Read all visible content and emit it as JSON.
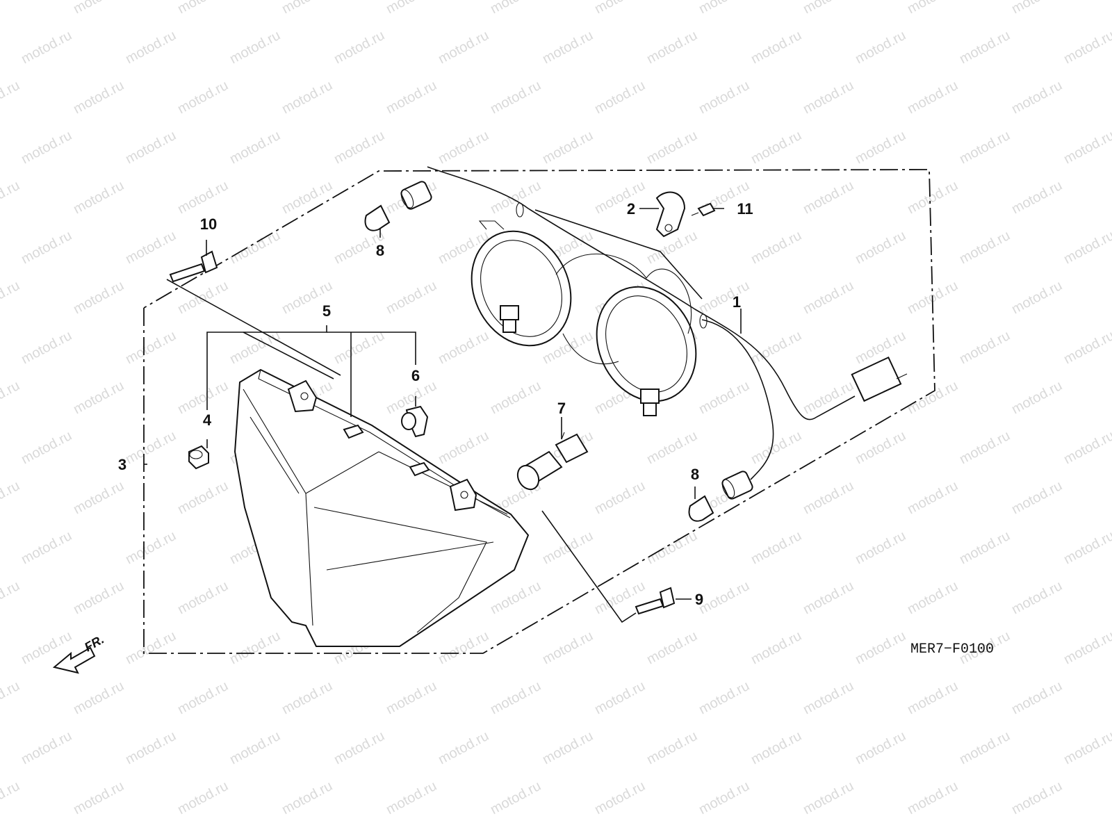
{
  "watermark": "motod.ru",
  "diagram_code": "MER7−F0100",
  "front_marker": "FR.",
  "callouts": [
    "1",
    "2",
    "3",
    "4",
    "5",
    "6",
    "7",
    "8",
    "8",
    "9",
    "10",
    "11"
  ]
}
